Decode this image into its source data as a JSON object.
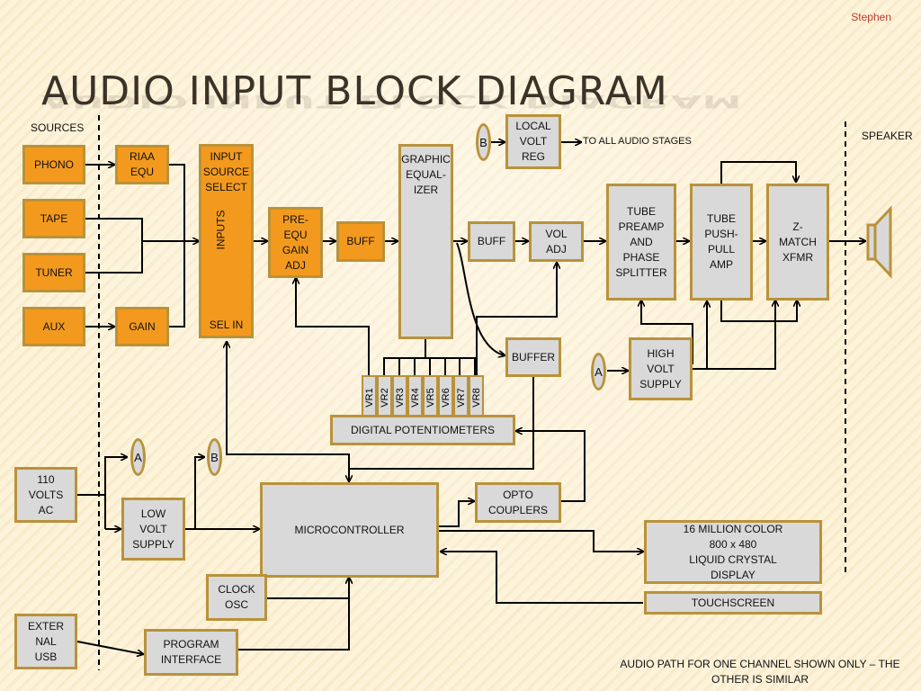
{
  "slide": {
    "author": "Stephen",
    "title": "AUDIO INPUT BLOCK DIAGRAM",
    "footnote": "AUDIO PATH FOR ONE CHANNEL SHOWN ONLY – THE OTHER IS SIMILAR"
  },
  "regions": {
    "sources": "SOURCES",
    "speaker": "SPEAKER",
    "to_all_stages": "TO ALL AUDIO STAGES"
  },
  "blocks": {
    "phono": "PHONO",
    "tape": "TAPE",
    "tuner": "TUNER",
    "aux": "AUX",
    "riaa": "RIAA\nEQU",
    "gain": "GAIN",
    "input_select_top": "INPUT\nSOURCE\nSELECT",
    "input_select_side": "INPUTS",
    "input_select_bottom": "SEL IN",
    "pre_equ": "PRE-\nEQU\nGAIN\nADJ",
    "buff1": "BUFF",
    "graphic_eq": "GRAPHIC\nEQUAL-\nIZER",
    "local_volt_reg": "LOCAL\nVOLT\nREG",
    "buff2": "BUFF",
    "vol_adj": "VOL\nADJ",
    "tube_preamp": "TUBE\nPREAMP\nAND\nPHASE\nSPLITTER",
    "tube_push_pull": "TUBE\nPUSH-\nPULL\nAMP",
    "z_match": "Z-\nMATCH\nXFMR",
    "buffer": "BUFFER",
    "high_volt_supply": "HIGH\nVOLT\nSUPPLY",
    "digital_pots": "DIGITAL POTENTIOMETERS",
    "vr": [
      "VR1",
      "VR2",
      "VR3",
      "VR4",
      "VR5",
      "VR6",
      "VR7",
      "VR8"
    ],
    "mains": "110\nVOLTS\nAC",
    "low_volt_supply": "LOW\nVOLT\nSUPPLY",
    "microcontroller": "MICROCONTROLLER",
    "opto": "OPTO\nCOUPLERS",
    "display": "16 MILLION COLOR\n800 x 480\nLIQUID CRYSTAL\nDISPLAY",
    "touchscreen": "TOUCHSCREEN",
    "clock": "CLOCK\nOSC",
    "usb": "EXTER\nNAL\nUSB",
    "program_interface": "PROGRAM\nINTERFACE"
  },
  "connectors": {
    "a_low": "A",
    "b_low": "B",
    "b_top": "B",
    "a_right": "A"
  },
  "colors": {
    "source_fill": "#f39a1e",
    "block_fill": "#d9d9d9",
    "border": "#b9923a",
    "author_text": "#c0392b"
  }
}
